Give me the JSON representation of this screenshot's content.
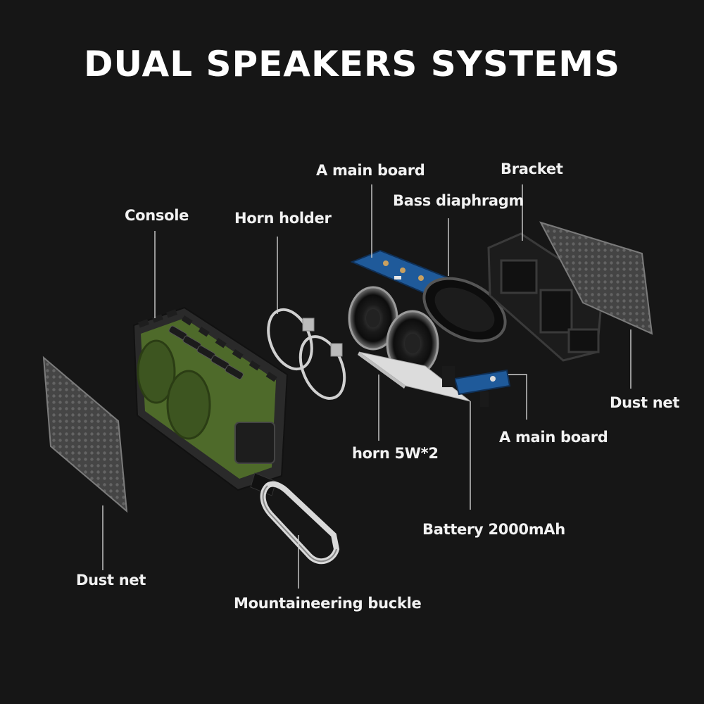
{
  "title": "DUAL SPEAKERS SYSTEMS",
  "labels": {
    "console": "Console",
    "horn_holder": "Horn holder",
    "main_board_top": "A main board",
    "bass_diaphragm": "Bass diaphragm",
    "bracket": "Bracket",
    "dust_net_right": "Dust net",
    "main_board_bottom": "A main board",
    "horn": "horn 5W*2",
    "battery": "Battery 2000mAh",
    "dust_net_left": "Dust net",
    "buckle": "Mountaineering buckle"
  },
  "colors": {
    "background": "#161616",
    "housing_green": "#4e6a2a",
    "housing_rubber": "#2a2a2a",
    "pcb_blue": "#1f5a9a",
    "label_text": "#f2f2f2",
    "leader_line": "#cfcfcf"
  }
}
